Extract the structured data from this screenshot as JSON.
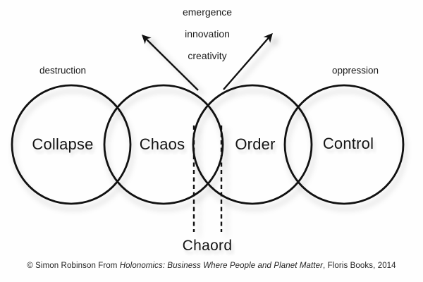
{
  "diagram": {
    "top_words": [
      "emergence",
      "innovation",
      "creativity"
    ],
    "left_label": "destruction",
    "right_label": "oppression",
    "circles": [
      {
        "label": "Collapse"
      },
      {
        "label": "Chaos"
      },
      {
        "label": "Order"
      },
      {
        "label": "Control"
      }
    ],
    "overlap_label": "Chaord",
    "colors": {
      "ink": "#111111",
      "background": "#fefefe",
      "shadow": "rgba(0,0,0,0.2)"
    }
  },
  "caption": {
    "prefix": "© Simon Robinson From ",
    "title_italic": "Holonomics: Business Where People and Planet Matter",
    "suffix": ", Floris Books, 2014"
  }
}
